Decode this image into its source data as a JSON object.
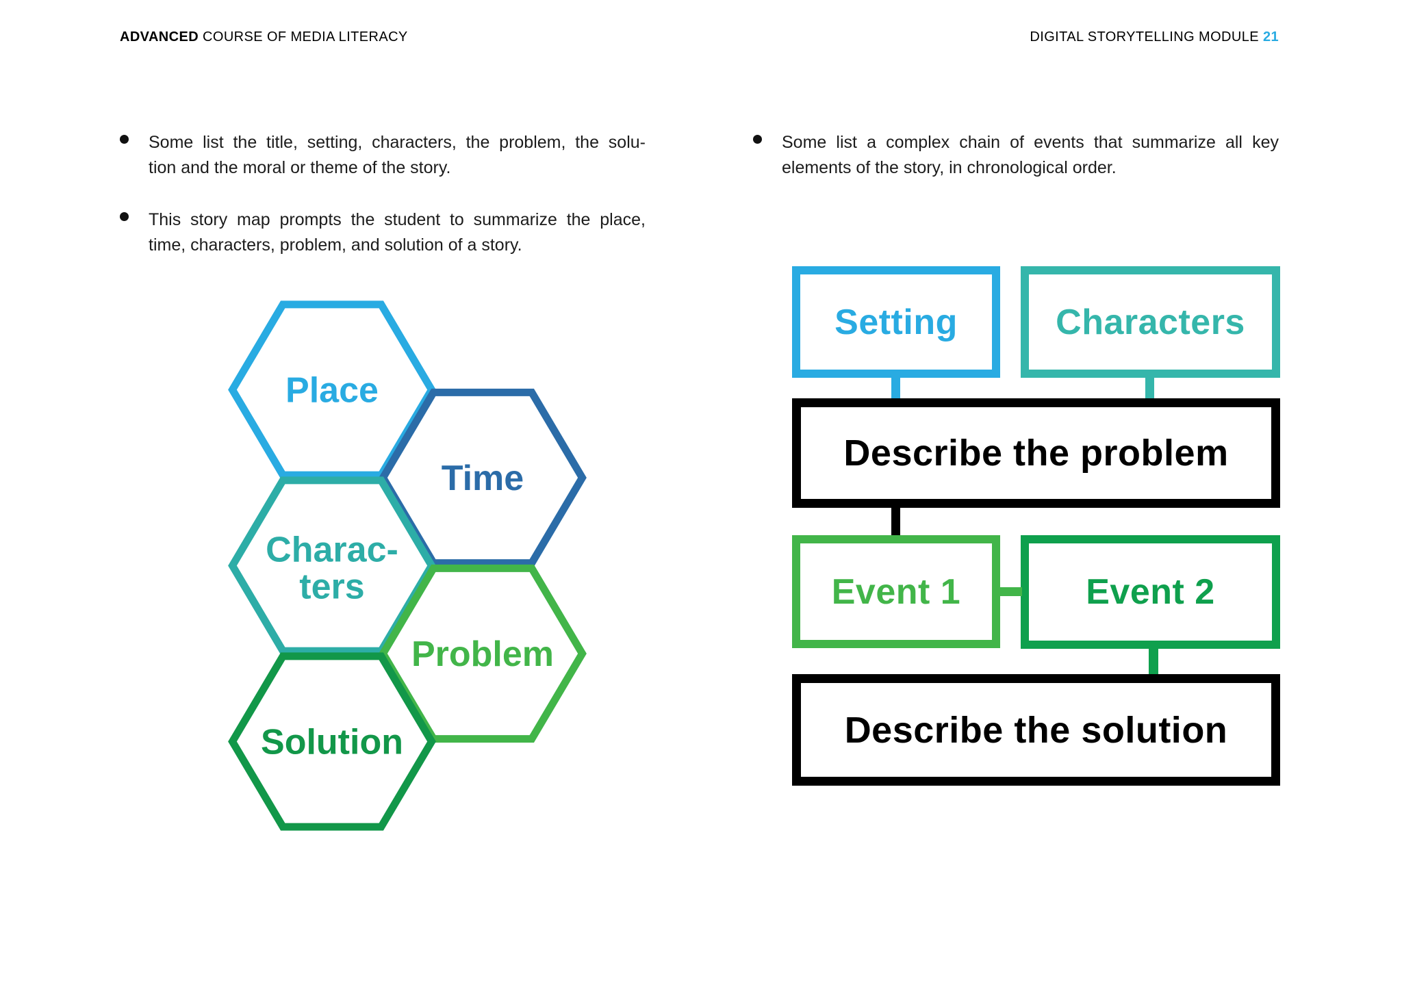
{
  "page": {
    "background": "#ffffff"
  },
  "header": {
    "left_bold": "ADVANCED",
    "left_rest": " COURSE OF MEDIA LITERACY",
    "right_text": "DIGITAL STORYTELLING MODULE ",
    "page_number": "21",
    "page_number_color": "#29ABE2"
  },
  "left_column": {
    "bullets": [
      {
        "lines": [
          "Some list the title, setting, characters, the problem, the solu-",
          "tion and the moral or theme of the story."
        ]
      },
      {
        "lines": [
          "This story map prompts the student to summarize the place,",
          "time, characters, problem, and solution of a story."
        ]
      }
    ]
  },
  "right_column": {
    "bullets": [
      {
        "lines": [
          "Some list a complex chain of events that summarize all key",
          "elements of the story, in chronological order."
        ]
      }
    ]
  },
  "hex_story_map": {
    "description": "honeycomb story map",
    "items": [
      {
        "label_lines": [
          "Place"
        ],
        "color": "#29ABE2",
        "col": 0,
        "row": 0
      },
      {
        "label_lines": [
          "Time"
        ],
        "color": "#2B6CA8",
        "col": 1,
        "row": 1
      },
      {
        "label_lines": [
          "Charac-",
          "ters"
        ],
        "color": "#2DADA7",
        "col": 0,
        "row": 2
      },
      {
        "label_lines": [
          "Problem"
        ],
        "color": "#42B549",
        "col": 1,
        "row": 3
      },
      {
        "label_lines": [
          "Solution"
        ],
        "color": "#129749",
        "col": 0,
        "row": 4
      }
    ]
  },
  "flowchart": {
    "setting": {
      "label": "Setting",
      "color": "#29ABE2"
    },
    "characters": {
      "label": "Characters",
      "color": "#35B6AB"
    },
    "problem": {
      "label": "Describe the problem",
      "color": "#000000"
    },
    "event1": {
      "label": "Event 1",
      "color": "#42B549"
    },
    "event2": {
      "label": "Event 2",
      "color": "#0FA04D"
    },
    "solution": {
      "label": "Describe the solution",
      "color": "#000000"
    }
  }
}
